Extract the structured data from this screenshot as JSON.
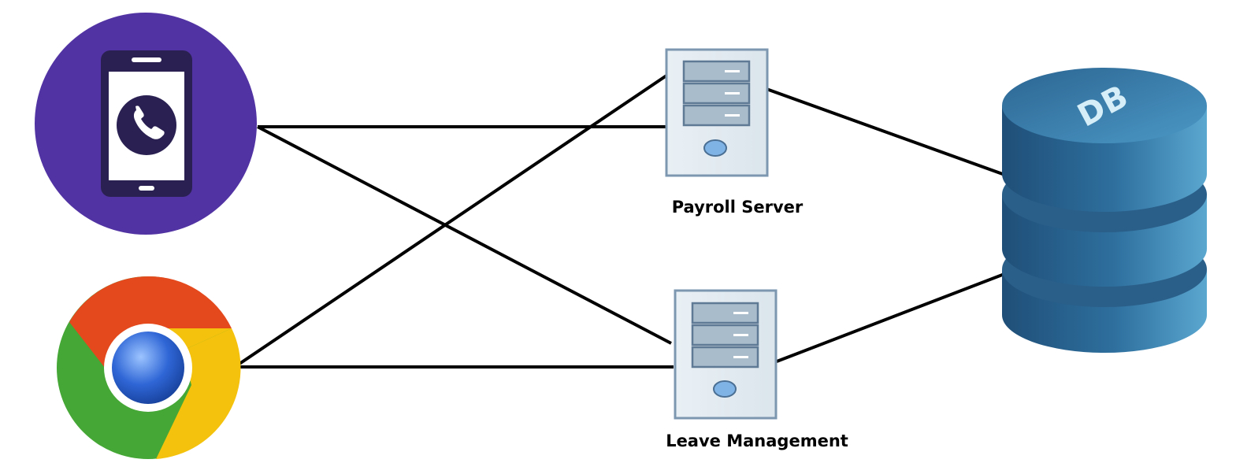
{
  "nodes": {
    "mobile_client": {
      "icon": "smartphone-call-icon",
      "colors": {
        "circle": "#5233a3",
        "device": "#2a2152",
        "screen": "#ffffff"
      }
    },
    "browser_client": {
      "icon": "chrome-browser-icon",
      "colors": {
        "red": "#e4491d",
        "yellow": "#f4c20d",
        "green": "#45a735",
        "blue": "#2f66d6"
      }
    },
    "payroll_server": {
      "icon": "server-tower-icon",
      "label": "Payroll Server"
    },
    "leave_server": {
      "icon": "server-tower-icon",
      "label": "Leave Management"
    },
    "database": {
      "icon": "database-cylinder-icon",
      "label": "DB",
      "colors": {
        "body": "#2e6f9e",
        "top": "#3d86b5"
      }
    }
  },
  "connections": [
    {
      "from": "mobile_client",
      "to": "payroll_server"
    },
    {
      "from": "mobile_client",
      "to": "leave_server"
    },
    {
      "from": "browser_client",
      "to": "payroll_server"
    },
    {
      "from": "browser_client",
      "to": "leave_server"
    },
    {
      "from": "payroll_server",
      "to": "database"
    },
    {
      "from": "leave_server",
      "to": "database"
    }
  ],
  "colors": {
    "line": "#000000",
    "server_case": "#e6eef3",
    "server_border": "#7d97b0",
    "server_drive": "#a9bccb"
  }
}
